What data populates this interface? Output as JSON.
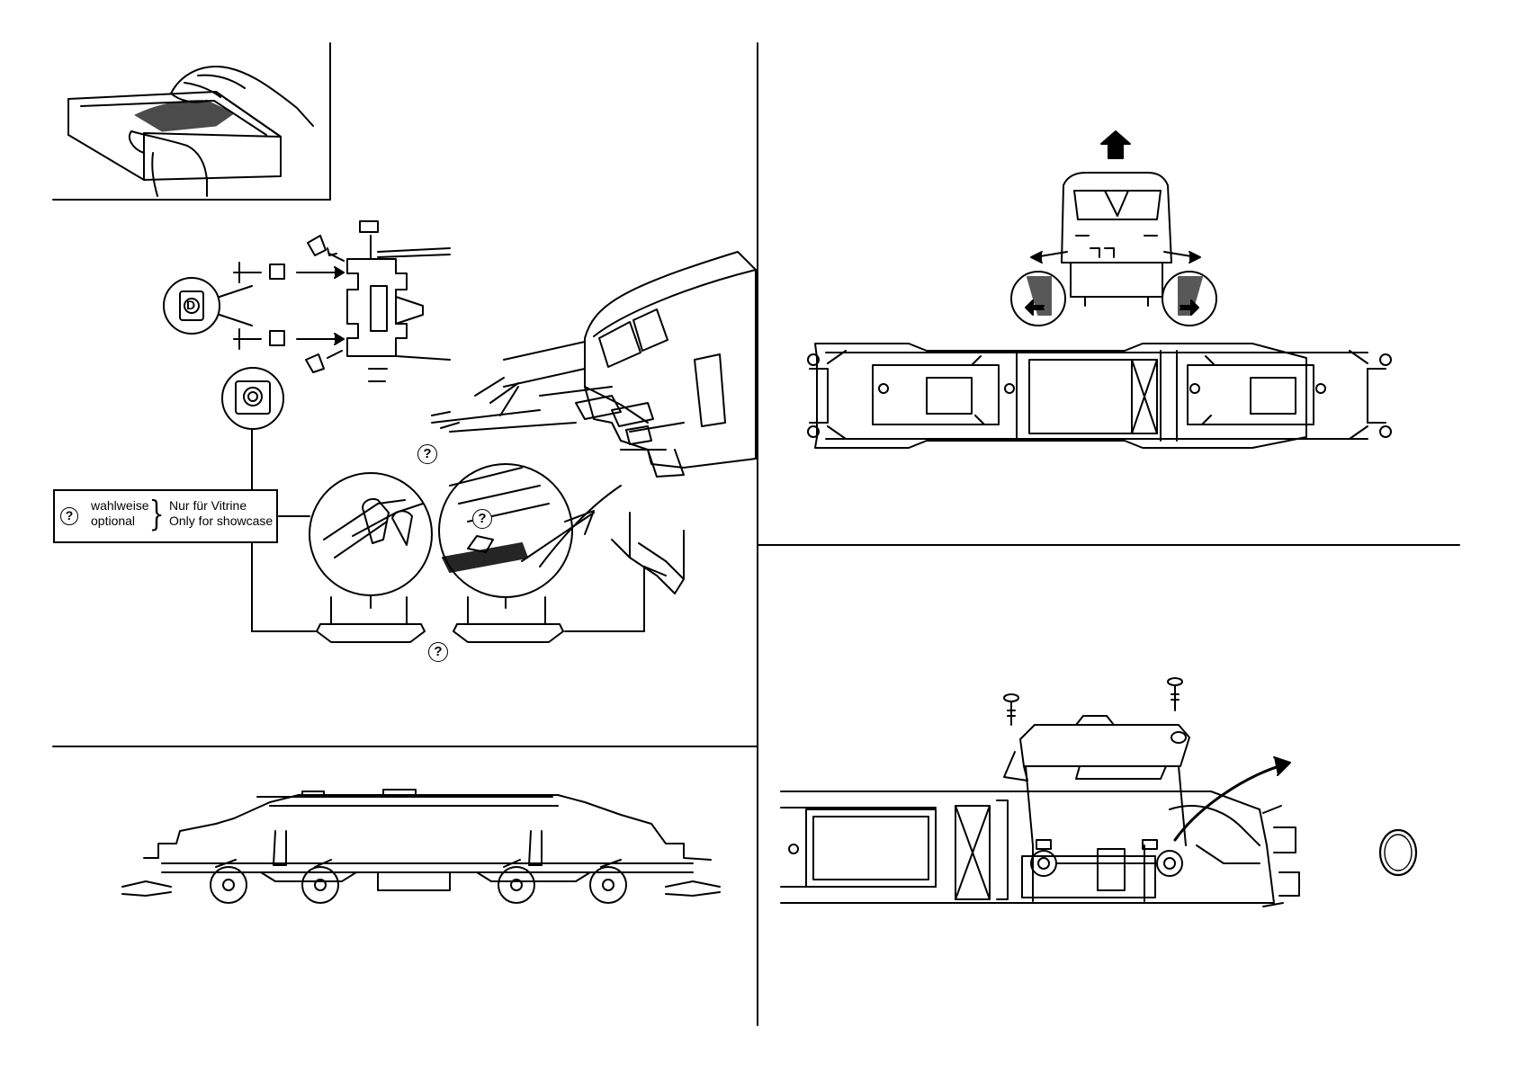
{
  "legend": {
    "symbol": "?",
    "line1_left": "wahlweise",
    "line2_left": "optional",
    "line1_right": "Nur für Vitrine",
    "line2_right": "Only for showcase"
  },
  "callout_symbol": "?",
  "detail_letter": "D",
  "icons": [
    "hand-box-icon",
    "coupler-part-icon",
    "locomotive-cab-icon",
    "bogie-icon",
    "traction-tyre-icon",
    "arrow-icon"
  ]
}
